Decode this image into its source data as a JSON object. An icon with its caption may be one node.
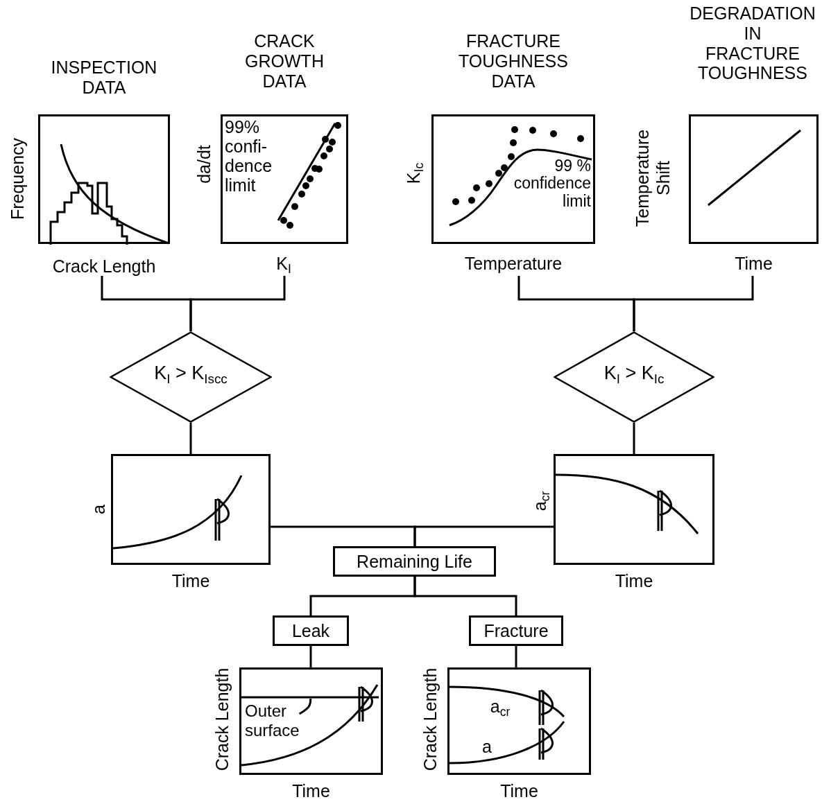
{
  "diagram": {
    "nodes": [
      {
        "text": [
          "INSPECTION DATA"
        ],
        "beside": [
          "Frequency",
          "Crack Length"
        ]
      },
      {
        "text": [
          "CRACK GROWTH DATA",
          "99% confi- dence limit"
        ],
        "beside": [
          "da/dt",
          "K$_{I}$"
        ]
      },
      {
        "text": [
          "FRACTURE TOUGHNESS DATA",
          "99 % confidence limit"
        ],
        "beside": [
          "K$_{Ic}$",
          "Temperature"
        ]
      },
      {
        "text": [
          "DEGRADATION IN FRACTURE TOUGHNESS"
        ],
        "beside": [
          "Temperature Shift",
          "Time"
        ]
      },
      {
        "text": [
          "K$_{I}$ > K$_{Iscc}$"
        ]
      },
      {
        "text": [
          "K$_{I}$ > K$_{Ic}$"
        ]
      },
      {
        "text": [],
        "shape": "box",
        "beside": [
          "a",
          "Time"
        ]
      },
      {
        "text": [],
        "shape": "box",
        "beside": [
          "a$_{cr}$",
          "Time"
        ]
      },
      {
        "text": [
          "Remaining Life"
        ]
      },
      {
        "text": [
          "Leak"
        ]
      },
      {
        "text": [
          "Fracture"
        ]
      },
      {
        "text": [],
        "shape": "box",
        "beside": [
          "Crack Length",
          "Time"
        ]
      },
      {
        "text": [
          "Outer surface"
        ],
        "in": 11
      },
      {
        "text": [
          "a$_{cr}$",
          "a"
        ],
        "beside": [
          "Crack Length",
          "Time"
        ]
      }
    ],
    "edges": [
      {
        "from": 0,
        "to": 4,
        "arrow": "none"
      },
      {
        "from": 1,
        "to": 4,
        "arrow": "none"
      },
      {
        "from": 2,
        "to": 5,
        "arrow": "none"
      },
      {
        "from": 3,
        "to": 5,
        "arrow": "none"
      },
      {
        "from": 4,
        "to": 6,
        "arrow": "none"
      },
      {
        "from": 5,
        "to": 7,
        "arrow": "none"
      },
      {
        "from": 6,
        "to": 8,
        "arrow": "none"
      },
      {
        "from": 7,
        "to": 8,
        "arrow": "none"
      },
      {
        "from": 8,
        "to": 9,
        "arrow": "none"
      },
      {
        "from": 8,
        "to": 10,
        "arrow": "none"
      },
      {
        "from": 9,
        "to": 11,
        "arrow": "none"
      },
      {
        "from": 10,
        "to": 13,
        "arrow": "none"
      },
      {
        "from": 12,
        "to": null,
        "arrow": "none"
      }
    ]
  }
}
